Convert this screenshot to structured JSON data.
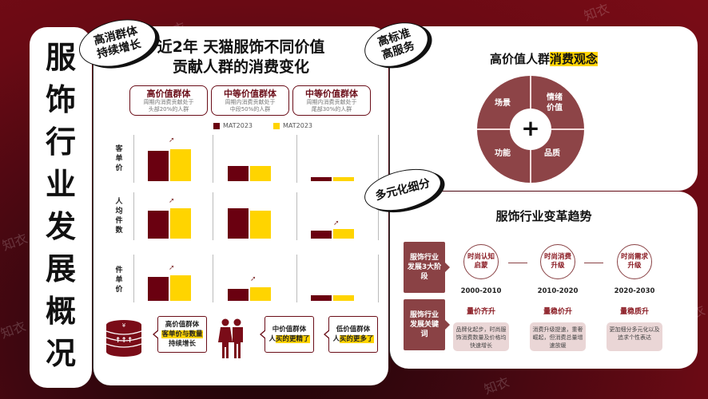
{
  "watermark": "知衣",
  "left_title": [
    "服",
    "饰",
    "行",
    "业",
    "发",
    "展",
    "概",
    "况"
  ],
  "badges": {
    "top_left": [
      "高消群体",
      "持续增长"
    ],
    "top_right": [
      "高标准",
      "高服务"
    ],
    "mid_right": "多元化细分"
  },
  "middle": {
    "title_line1": "近2年  天猫服饰不同价值",
    "title_line2": "贡献人群的消费变化",
    "groups": [
      {
        "title": "高价值群体",
        "desc1": "周期内消费贡献处于",
        "desc2": "头部20%的人群"
      },
      {
        "title": "中等价值群体",
        "desc1": "周期内消费贡献处于",
        "desc2": "中段50%的人群"
      },
      {
        "title": "中等价值群体",
        "desc1": "周期内消费贡献处于",
        "desc2": "尾部30%的人群"
      }
    ],
    "legend": [
      {
        "label": "MAT2023",
        "color": "#6a0010"
      },
      {
        "label": "MAT2023",
        "color": "#ffd400"
      }
    ],
    "bottom": {
      "high": {
        "line1": "高价值群体",
        "line2": "客单价与数量",
        "line3": "持续增长"
      },
      "mid": {
        "line1": "中价值群体",
        "prefix": "人",
        "highlight": "买的更精了"
      },
      "low": {
        "line1": "低价值群体",
        "prefix": "人",
        "highlight": "买的更多了"
      }
    }
  },
  "chart_data": {
    "type": "bar",
    "title": "近2年 天猫服饰不同价值贡献人群的消费变化",
    "categories": [
      "高价值群体",
      "中等价值群体(中段50%)",
      "中等价值群体(尾部30%)"
    ],
    "metrics": [
      {
        "name": "客单价",
        "label_chars": [
          "客",
          "单",
          "价"
        ],
        "series": [
          {
            "name": "MAT2023 (dark)",
            "values": [
              38,
              19,
              4
            ]
          },
          {
            "name": "MAT2023 (yellow)",
            "values": [
              40,
              19,
              4
            ]
          }
        ],
        "up_arrow": [
          true,
          false,
          false
        ]
      },
      {
        "name": "人均件数",
        "label_chars": [
          "人",
          "均",
          "件",
          "数"
        ],
        "series": [
          {
            "name": "MAT2023 (dark)",
            "values": [
              35,
              38,
              10
            ]
          },
          {
            "name": "MAT2023 (yellow)",
            "values": [
              38,
              35,
              12
            ]
          }
        ],
        "up_arrow": [
          true,
          false,
          true
        ]
      },
      {
        "name": "件单价",
        "label_chars": [
          "件",
          "单",
          "价"
        ],
        "series": [
          {
            "name": "MAT2023 (dark)",
            "values": [
              30,
              15,
              7
            ]
          },
          {
            "name": "MAT2023 (yellow)",
            "values": [
              32,
              17,
              7
            ]
          }
        ],
        "up_arrow": [
          true,
          true,
          false
        ]
      }
    ],
    "legend": [
      "MAT2023",
      "MAT2023"
    ],
    "colors": [
      "#6a0010",
      "#ffd400"
    ]
  },
  "right_top": {
    "title_plain": "高价值人群",
    "title_highlight": "消费观念",
    "quadrants": [
      "场景",
      "情绪价值",
      "功能",
      "品质"
    ],
    "center": "+"
  },
  "right_bottom": {
    "title": "服饰行业变革趋势",
    "tag1": "服饰行业发展3大阶段",
    "tag2": "服饰行业发展关键词",
    "stages": [
      {
        "name_l1": "时尚认知",
        "name_l2": "启蒙",
        "years": "2000-2010",
        "keyword": "量价齐升",
        "desc": "品牌化起步，时尚服饰消费数量及价格均快速增长"
      },
      {
        "name_l1": "时尚消费",
        "name_l2": "升级",
        "years": "2010-2020",
        "keyword": "量稳价升",
        "desc": "消费升级提速，重奢崛起，但消费总量增速放缓"
      },
      {
        "name_l1": "时尚需求",
        "name_l2": "升级",
        "years": "2020-2030",
        "keyword": "量稳质升",
        "desc": "更加细分多元化以及追求个性表达"
      }
    ]
  }
}
